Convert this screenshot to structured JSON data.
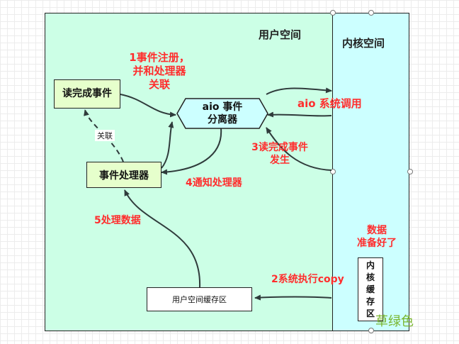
{
  "regions": {
    "user_space": "用户空间",
    "kernel_space": "内核空间"
  },
  "nodes": {
    "read_complete_event": "读完成事件",
    "event_handler": "事件处理器",
    "aio_demux": {
      "line1": "aio 事件",
      "line2": "分离器"
    },
    "user_buffer": "用户空间缓存区",
    "kernel_buffer": "内核缓存区"
  },
  "annotations": {
    "register": {
      "line1": "1事件注册，",
      "line2": "并和处理器",
      "line3": "关联"
    },
    "aio_syscall": "aio 系统调用",
    "read_complete_occurs": {
      "line1": "3读完成事件",
      "line2": "发生"
    },
    "notify_handler": "4通知处理器",
    "process_data": "5处理数据",
    "data_ready": {
      "line1": "数据",
      "line2": "准备好了"
    },
    "system_copy": "2系统执行copy",
    "associate": "关联",
    "color_label": "草绿色"
  },
  "colors": {
    "user_fill": "#ccffe6",
    "kernel_fill": "#ccffff",
    "accent": "#ff2d2d",
    "edge": "#2f3b3b",
    "color_label": "#7ab62f"
  }
}
